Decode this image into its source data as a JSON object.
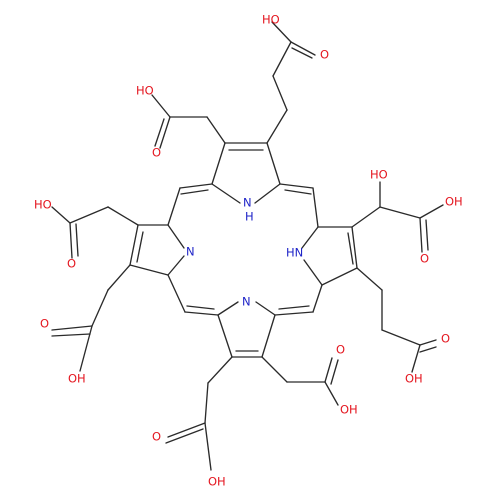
{
  "molecule": {
    "labels": {
      "n_top": "N",
      "h_top": "H",
      "n_left": "N",
      "n_right": "HN",
      "n_bottom": "N",
      "ho_top": "HO",
      "o_top": "O",
      "ho_tl": "HO",
      "o_tl": "O",
      "ho_left": "HO",
      "o_left": "O",
      "o_left2": "O",
      "oh_left2": "OH",
      "ho_r": "HO",
      "oh_r": "OH",
      "o_r": "O",
      "o_r2": "O",
      "oh_r2": "OH",
      "o_b1": "O",
      "oh_b1": "OH",
      "o_b2": "O",
      "oh_b2": "OH"
    }
  }
}
